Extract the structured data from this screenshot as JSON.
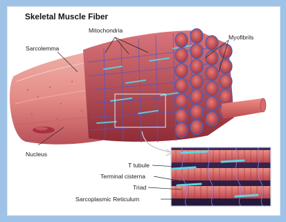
{
  "figure": {
    "title": "Skeletal Muscle Fiber",
    "labels": {
      "mitochondria": "Mitochondria",
      "sarcolemma": "Sarcolemma",
      "myofibrils": "Myofibrils",
      "nucleus": "Nucleus",
      "t_tubule": "T tubule",
      "terminal_cisterna": "Terminal cisterna",
      "triad": "Triad",
      "sarcoplasmic_reticulum": "Sarcoplasmic Reticulum"
    }
  },
  "colors": {
    "frame_blue": "#9fc3e6",
    "muscle_red": "#c0474a",
    "muscle_dark": "#8e2a33",
    "membrane_blue": "#4a61b8",
    "reticulum_purple": "#6b4fae",
    "ttubule_cyan": "#5fd6e6"
  }
}
